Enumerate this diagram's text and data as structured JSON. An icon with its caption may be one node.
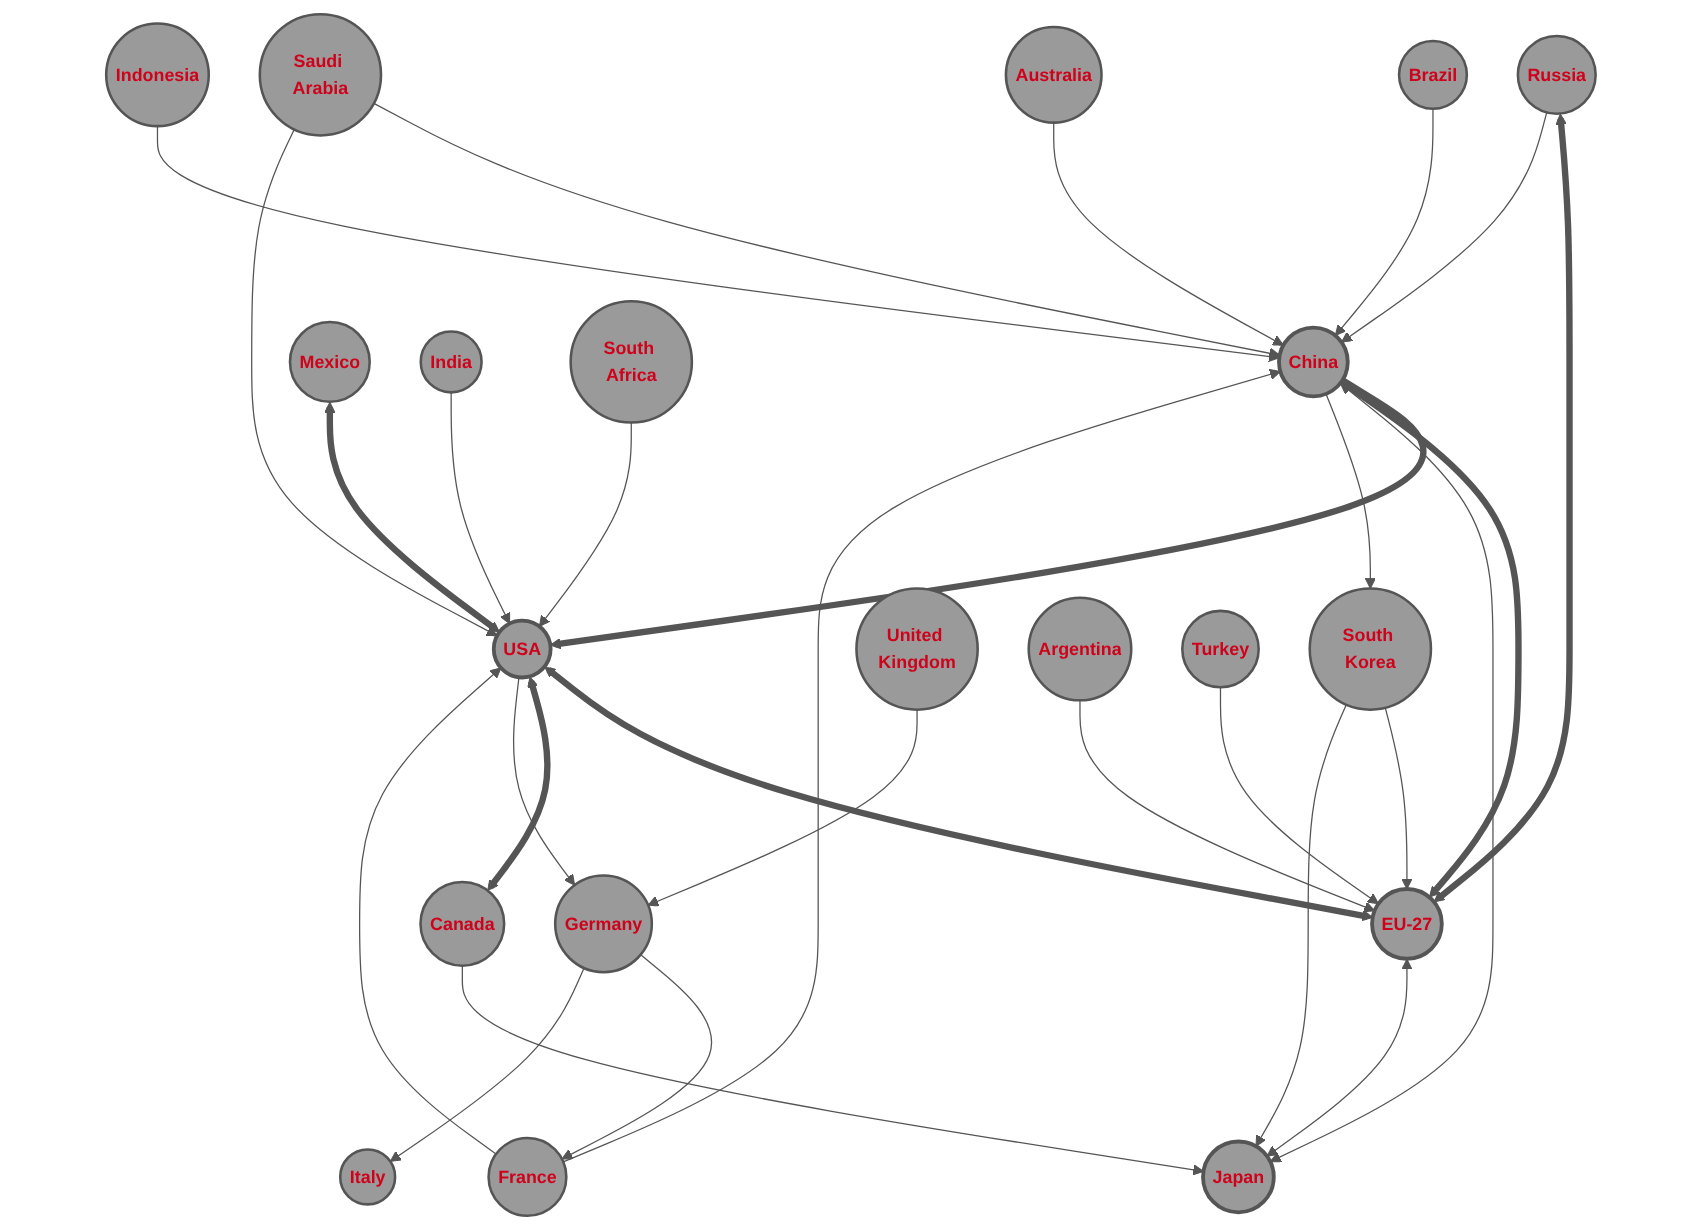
{
  "diagram": {
    "nodes": [
      {
        "text": [
          "Russia"
        ]
      },
      {
        "text": [
          "China"
        ]
      },
      {
        "text": [
          "Brazil"
        ]
      },
      {
        "text": [
          "South Africa"
        ]
      },
      {
        "text": [
          "Saudi Arabia"
        ]
      },
      {
        "text": [
          "France"
        ]
      },
      {
        "text": [
          "USA"
        ]
      },
      {
        "text": [
          "Mexico"
        ]
      },
      {
        "text": [
          "United Kingdom"
        ]
      },
      {
        "text": [
          "Australia"
        ]
      },
      {
        "text": [
          "Argentina"
        ]
      },
      {
        "text": [
          "Indonesia"
        ]
      },
      {
        "text": [
          "Germany"
        ]
      },
      {
        "text": [
          "Turkey"
        ]
      },
      {
        "text": [
          "Italy"
        ]
      },
      {
        "text": [
          "India"
        ]
      },
      {
        "text": [
          "Canada"
        ]
      },
      {
        "text": [
          "EU-27"
        ]
      },
      {
        "text": [
          "South Korea"
        ]
      },
      {
        "text": [
          "Japan"
        ]
      }
    ],
    "edges": [
      {
        "from": 1,
        "to": 6,
        "arrow": "to",
        "style": "thick"
      },
      {
        "from": 1,
        "to": 17,
        "arrow": "both",
        "style": "thick"
      },
      {
        "from": 0,
        "to": 17,
        "arrow": "both",
        "style": "thick"
      },
      {
        "from": 6,
        "to": 17,
        "arrow": "both",
        "style": "thick"
      },
      {
        "from": 6,
        "to": 16,
        "arrow": "both",
        "style": "thick"
      },
      {
        "from": 7,
        "to": 6,
        "arrow": "both",
        "style": "thick"
      },
      {
        "from": 1,
        "to": 19,
        "arrow": "both"
      },
      {
        "from": 5,
        "to": 1,
        "arrow": "to"
      },
      {
        "from": 12,
        "to": 5,
        "arrow": "to"
      },
      {
        "from": 6,
        "to": 12,
        "arrow": "to"
      },
      {
        "from": 1,
        "to": 18,
        "arrow": "to"
      },
      {
        "from": 12,
        "to": 14,
        "arrow": "to"
      },
      {
        "from": 8,
        "to": 12,
        "arrow": "to"
      },
      {
        "from": 17,
        "to": 19,
        "arrow": "both"
      },
      {
        "from": 18,
        "to": 17,
        "arrow": "to"
      },
      {
        "from": 18,
        "to": 19,
        "arrow": "to"
      },
      {
        "from": 2,
        "to": 1,
        "arrow": "to"
      },
      {
        "from": 0,
        "to": 1,
        "arrow": "to"
      },
      {
        "from": 4,
        "to": 1,
        "arrow": "to"
      },
      {
        "from": 4,
        "to": 6,
        "arrow": "to"
      },
      {
        "from": 5,
        "to": 6,
        "arrow": "to"
      },
      {
        "from": 15,
        "to": 6,
        "arrow": "to"
      },
      {
        "from": 9,
        "to": 1,
        "arrow": "to"
      },
      {
        "from": 3,
        "to": 6,
        "arrow": "to"
      },
      {
        "from": 11,
        "to": 1,
        "arrow": "to"
      },
      {
        "from": 10,
        "to": 17,
        "arrow": "to"
      },
      {
        "from": 13,
        "to": 17,
        "arrow": "to"
      },
      {
        "from": 16,
        "to": 19,
        "arrow": "to"
      }
    ]
  }
}
